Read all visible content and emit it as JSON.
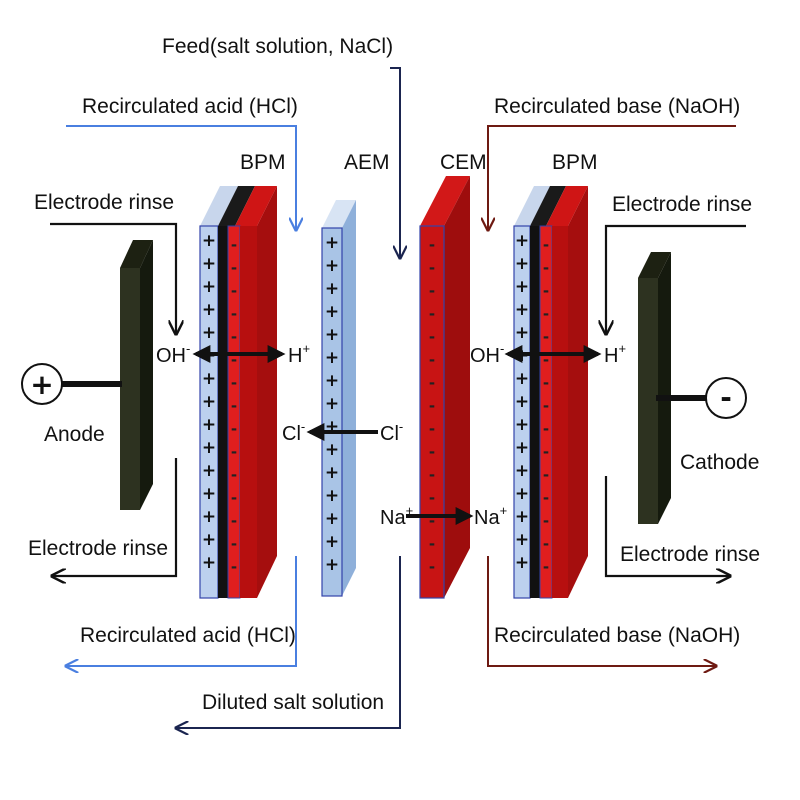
{
  "colors": {
    "acid_flow": "#4a7fe0",
    "base_flow": "#6e1a12",
    "feed_flow": "#1b2550",
    "membrane_red": "#b70f0f",
    "membrane_red_front": "#e01e1e",
    "aem_blue": "#a9c4e6",
    "bpm_blue": "#bcd0ee",
    "electrode_dark": "#2d3220"
  },
  "flows": {
    "feed": "Feed(salt solution, NaCl)",
    "acid_in": "Recirculated acid (HCl)",
    "acid_out": "Recirculated acid (HCl)",
    "base_in": "Recirculated base (NaOH)",
    "base_out": "Recirculated base (NaOH)",
    "rinse_in_left": "Electrode rinse",
    "rinse_out_left": "Electrode rinse",
    "rinse_in_right": "Electrode rinse",
    "rinse_out_right": "Electrode rinse",
    "diluted": "Diluted salt solution"
  },
  "membranes": {
    "bpm_left": "BPM",
    "aem": "AEM",
    "cem": "CEM",
    "bpm_right": "BPM"
  },
  "electrodes": {
    "anode": "Anode",
    "cathode": "Cathode",
    "anode_sign": "+",
    "cathode_sign": "-"
  },
  "ions": {
    "oh_left": "OH",
    "oh_left_charge": "-",
    "h_left": "H",
    "h_left_charge": "+",
    "cl_right": "Cl",
    "cl_right_charge": "-",
    "cl_left": "Cl",
    "cl_left_charge": "-",
    "na_left": "Na",
    "na_left_charge": "+",
    "na_right": "Na",
    "na_right_charge": "+",
    "oh_right": "OH",
    "oh_right_charge": "-",
    "h_right": "H",
    "h_right_charge": "+"
  },
  "charges": {
    "positive": "+",
    "negative": "-"
  }
}
